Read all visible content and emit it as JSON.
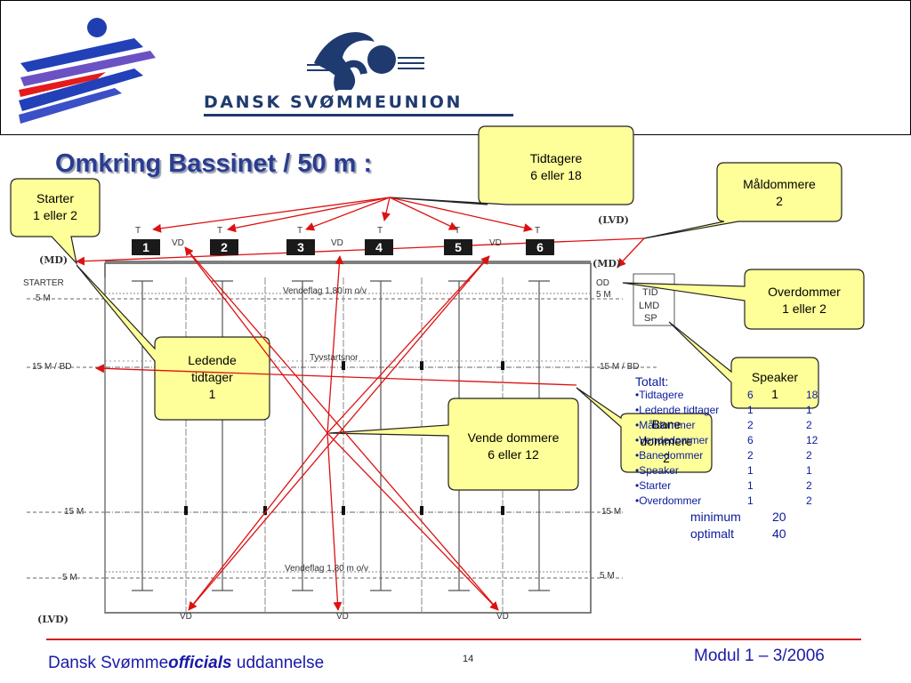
{
  "header": {
    "org_name": "DANSK SVØMMEUNION"
  },
  "title": "Omkring Bassinet / 50 m :",
  "diagram": {
    "lanes": [
      "1",
      "2",
      "3",
      "4",
      "5",
      "6"
    ],
    "t_label": "T",
    "vd_label": "VD",
    "lvd": "(LVD)",
    "md": "(MD)",
    "starter": "STARTER",
    "od": "OD",
    "m5": "5 M",
    "m15bd": "15 M / BD",
    "m15": "15 M",
    "vendeflag": "Vendeflag 1,80 m o/v",
    "tyvstartsnor": "Tyvstartsnor",
    "box": [
      "TID",
      "LMD",
      "SP"
    ]
  },
  "callouts": {
    "tidtagere": [
      "Tidtagere",
      "6 eller 18"
    ],
    "maaldommere": [
      "Måldommere",
      "2"
    ],
    "starter": [
      "Starter",
      "1 eller 2"
    ],
    "overdommer": [
      "Overdommer",
      "1 eller 2"
    ],
    "speaker": [
      "Speaker",
      "1"
    ],
    "ledende": [
      "Ledende",
      "tidtager",
      "1"
    ],
    "vende": [
      "Vende dommere",
      "6 eller 12"
    ],
    "bane": [
      "Bane",
      "dommere",
      "2"
    ]
  },
  "totals": {
    "heading": "Totalt:",
    "rows": [
      {
        "role": "•Tidtagere",
        "min": "6",
        "opt": "18"
      },
      {
        "role": "•Ledende tidtager",
        "min": "1",
        "opt": "1"
      },
      {
        "role": "•Måldommer",
        "min": "2",
        "opt": "2"
      },
      {
        "role": "•Vendedommer",
        "min": "6",
        "opt": "12"
      },
      {
        "role": "•Banedommer",
        "min": "2",
        "opt": "2"
      },
      {
        "role": "•Speaker",
        "min": "1",
        "opt": "1"
      },
      {
        "role": "•Starter",
        "min": "1",
        "opt": "2"
      },
      {
        "role": "•Overdommer",
        "min": "1",
        "opt": "2"
      }
    ],
    "minimum_label": "minimum",
    "minimum_value": "20",
    "optimal_label": "optimalt",
    "optimal_value": "40"
  },
  "footer": {
    "left_prefix": "Dansk Svømme",
    "left_bold": "officials",
    "left_suffix": " uddannelse",
    "page": "14",
    "right": "Modul 1 – 3/2006"
  },
  "colors": {
    "title": "#2a3d8f",
    "arrow": "#dd1111",
    "callout_fill": "#ffff99",
    "totals_text": "#0a1a9c",
    "footer_text": "#1a1aa8"
  }
}
